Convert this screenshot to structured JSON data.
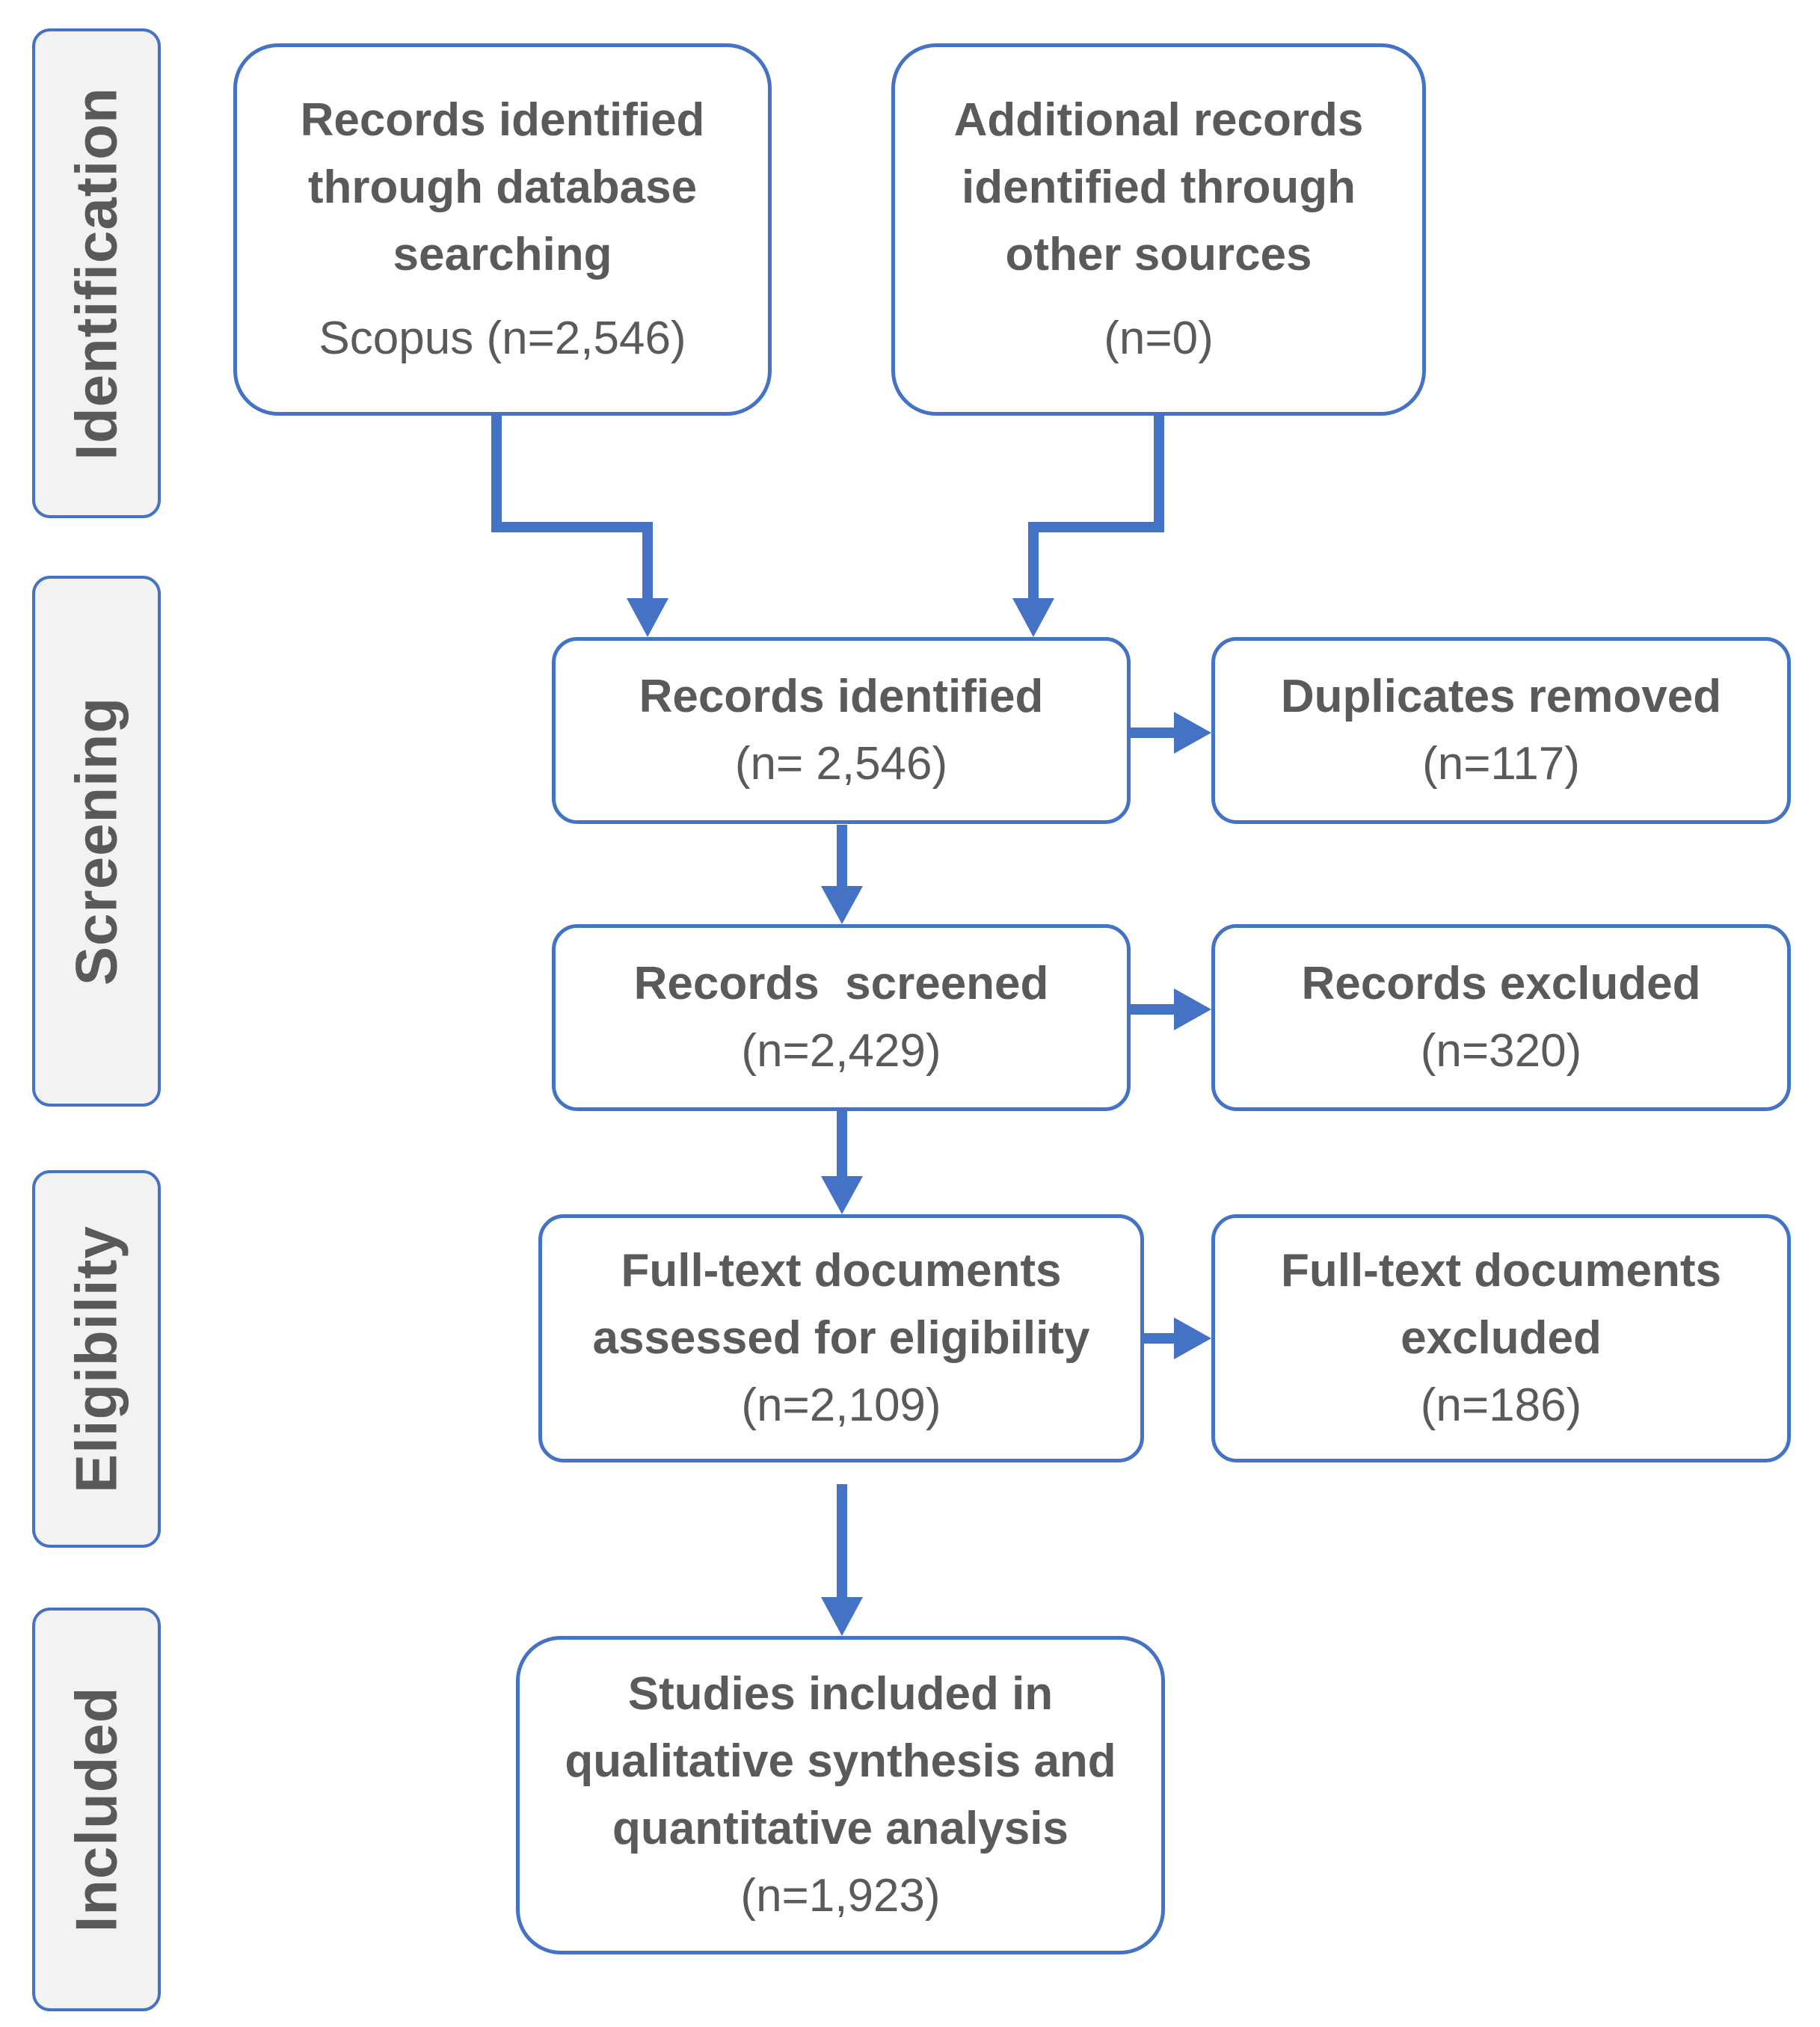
{
  "phases": {
    "identification": "Identification",
    "screening": "Screening",
    "eligibility": "Eligibility",
    "included": "Included"
  },
  "boxes": {
    "database_search": {
      "title_lines": [
        "Records identified",
        "through database",
        "searching"
      ],
      "count": "Scopus (n=2,546)"
    },
    "other_sources": {
      "title_lines": [
        "Additional records",
        "identified through",
        "other sources"
      ],
      "count": "(n=0)"
    },
    "records_identified": {
      "title_lines": [
        "Records identified"
      ],
      "count": "(n= 2,546)"
    },
    "duplicates_removed": {
      "title_lines": [
        "Duplicates removed"
      ],
      "count": "(n=117)"
    },
    "records_screened": {
      "title_lines": [
        "Records  screened"
      ],
      "count": "(n=2,429)"
    },
    "records_excluded": {
      "title_lines": [
        "Records excluded"
      ],
      "count": "(n=320)"
    },
    "fulltext_assessed": {
      "title_lines": [
        "Full-text documents",
        "assessed for eligibility"
      ],
      "count": "(n=2,109)"
    },
    "fulltext_excluded": {
      "title_lines": [
        "Full-text documents",
        "excluded"
      ],
      "count": "(n=186)"
    },
    "studies_included": {
      "title_lines": [
        "Studies included in",
        "qualitative synthesis and",
        "quantitative analysis"
      ],
      "count": "(n=1,923)"
    }
  },
  "colors": {
    "accent": "#4472c4",
    "phase_fill": "#f2f2f2",
    "text": "#5a5a5a"
  }
}
